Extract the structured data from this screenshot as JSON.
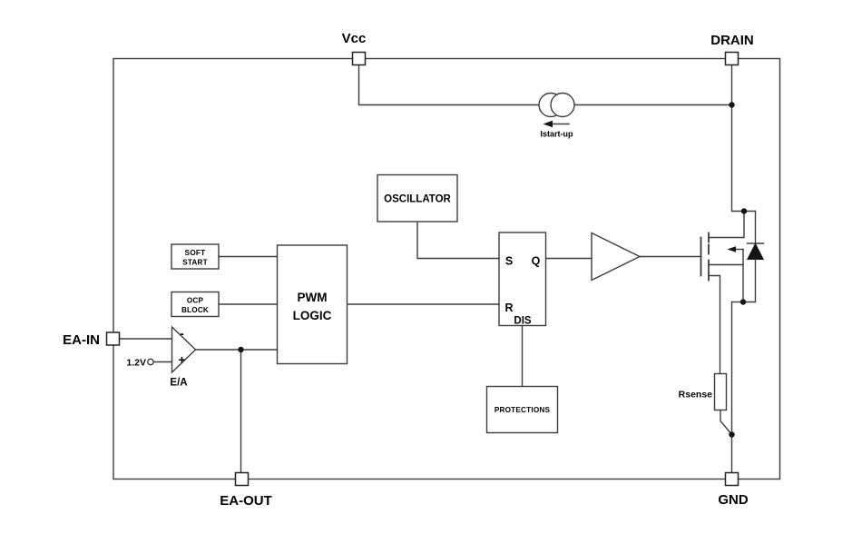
{
  "pins": {
    "vcc": "Vcc",
    "drain": "DRAIN",
    "ea_in": "EA-IN",
    "ea_out": "EA-OUT",
    "gnd": "GND"
  },
  "blocks": {
    "oscillator": "OSCILLATOR",
    "pwm_line1": "PWM",
    "pwm_line2": "LOGIC",
    "soft_start_line1": "SOFT",
    "soft_start_line2": "START",
    "ocp_line1": "OCP",
    "ocp_line2": "BLOCK",
    "protections": "PROTECTIONS"
  },
  "latch": {
    "s": "S",
    "q": "Q",
    "r": "R",
    "dis": "DIS"
  },
  "error_amp": {
    "label": "E/A",
    "ref": "1.2V",
    "minus": "-",
    "plus": "+"
  },
  "current_source": {
    "label": "Istart-up"
  },
  "sense_resistor": {
    "label": "Rsense"
  },
  "colors": {
    "stroke": "#3d3d3d",
    "text": "#000000",
    "background": "#ffffff"
  }
}
